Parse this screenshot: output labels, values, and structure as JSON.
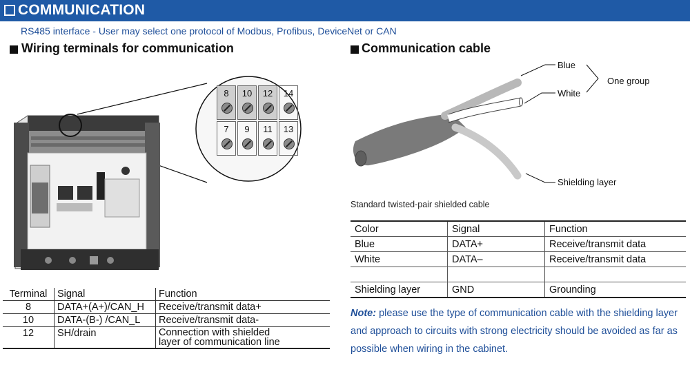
{
  "header": {
    "title": "COMMUNICATION"
  },
  "subtitle": "RS485 interface - User may select one protocol of Modbus, Profibus, DeviceNet or CAN",
  "left_section": {
    "title": "Wiring terminals for communication",
    "terminal_numbers_top": [
      "8",
      "10",
      "12",
      "14"
    ],
    "terminal_numbers_bottom": [
      "7",
      "9",
      "11",
      "13"
    ],
    "table": {
      "headers": [
        "Terminal",
        "Signal",
        "Function"
      ],
      "rows": [
        {
          "terminal": "8",
          "signal": "DATA+(A+)/CAN_H",
          "function": [
            "Receive/transmit data+"
          ]
        },
        {
          "terminal": "10",
          "signal": "DATA-(B-) /CAN_L",
          "function": [
            "Receive/transmit data-"
          ]
        },
        {
          "terminal": "12",
          "signal": "SH/drain",
          "function": [
            "Connection with shielded",
            "layer of communication line"
          ]
        }
      ]
    }
  },
  "right_section": {
    "title": "Communication cable",
    "cable_labels": {
      "blue": "Blue",
      "white": "White",
      "group": "One group",
      "shield": "Shielding layer"
    },
    "caption": "Standard twisted-pair shielded cable",
    "table": {
      "headers": [
        "Color",
        "Signal",
        "Function"
      ],
      "rows": [
        [
          "Blue",
          "DATA+",
          "Receive/transmit data"
        ],
        [
          "White",
          "DATA–",
          "Receive/transmit data"
        ],
        [
          "",
          "",
          ""
        ],
        [
          "Shielding layer",
          "GND",
          "Grounding"
        ]
      ]
    },
    "note": {
      "label": "Note:",
      "text": " please use the type of communication cable with the shielding layer and approach to circuits with strong electricity should be avoided as far as possible when wiring in the cabinet."
    }
  },
  "colors": {
    "header_bg": "#1f5aa6",
    "note_text": "#1f4f99",
    "terminal_grey": "#cfcfcf"
  }
}
